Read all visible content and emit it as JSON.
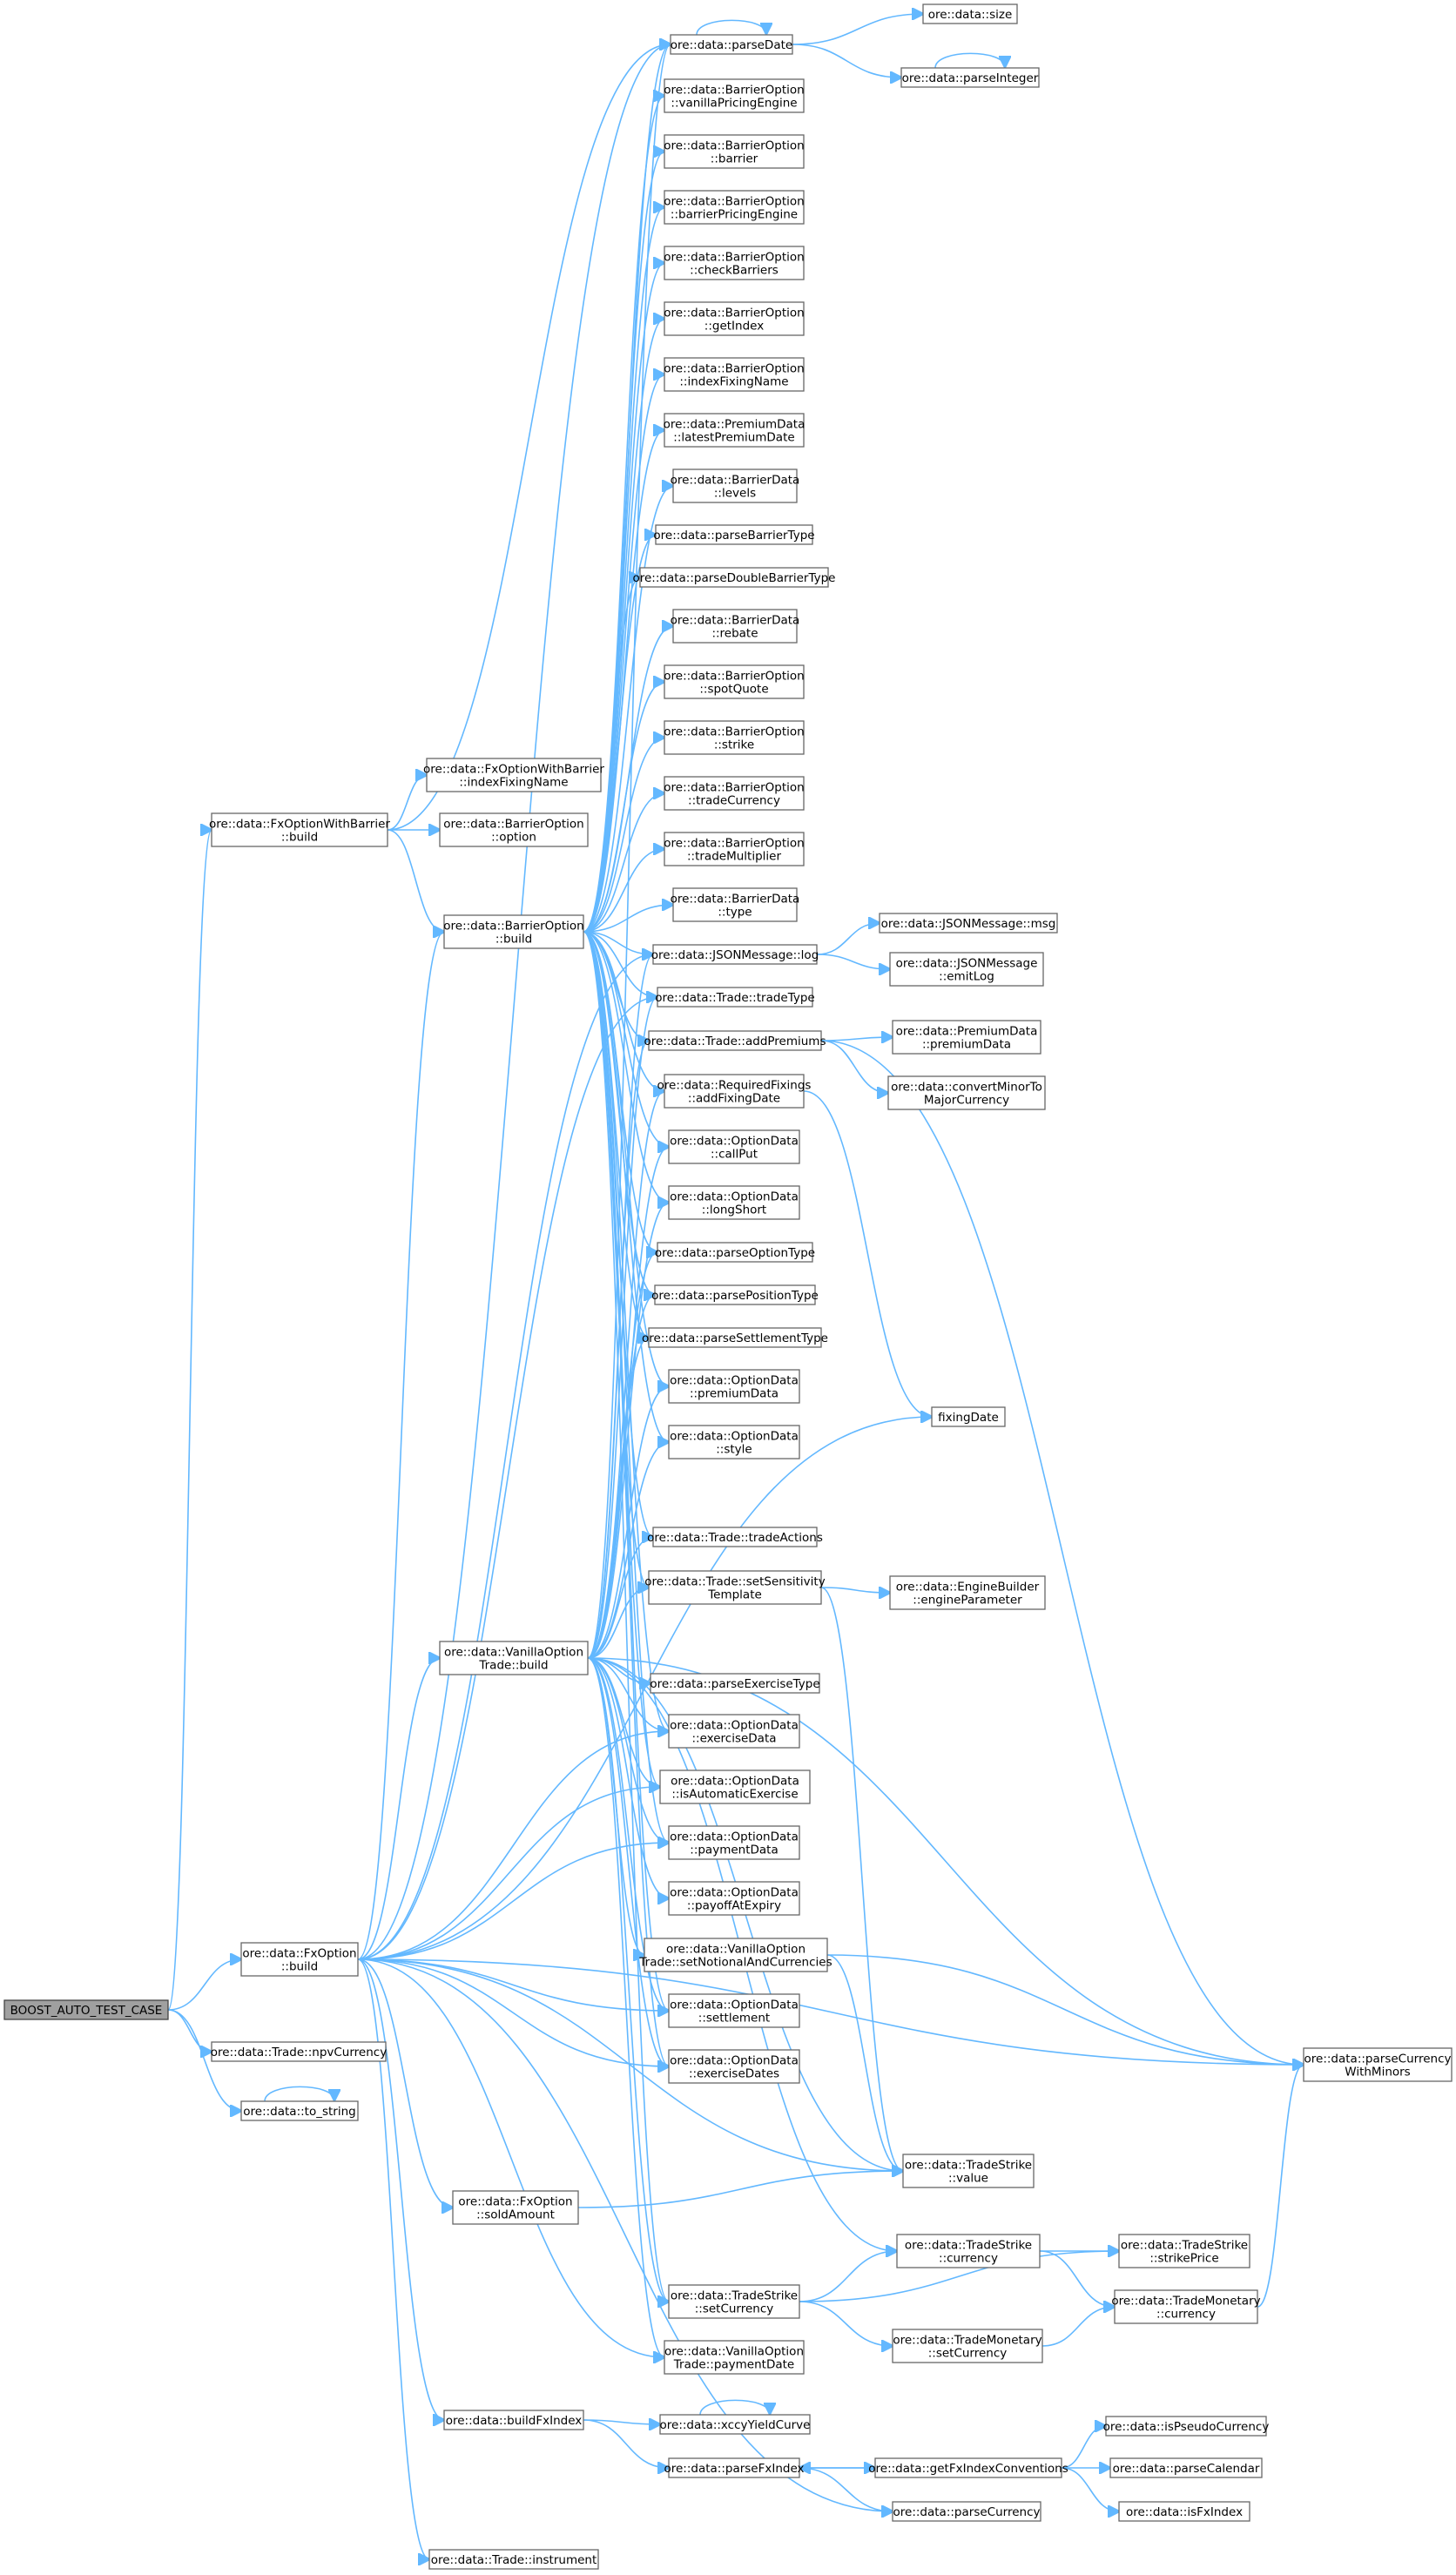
{
  "graph": {
    "nodes": [
      {
        "id": "root",
        "lines": [
          "BOOST_AUTO_TEST_CASE"
        ],
        "root": true
      },
      {
        "id": "fxobarrier_build",
        "lines": [
          "ore::data::FxOptionWithBarrier",
          "::build"
        ]
      },
      {
        "id": "fxoption_build",
        "lines": [
          "ore::data::FxOption",
          "::build"
        ]
      },
      {
        "id": "npvcurrency",
        "lines": [
          "ore::data::Trade::npvCurrency"
        ]
      },
      {
        "id": "to_string",
        "lines": [
          "ore::data::to_string"
        ]
      },
      {
        "id": "fxob_indexfixingname",
        "lines": [
          "ore::data::FxOptionWithBarrier",
          "::indexFixingName"
        ]
      },
      {
        "id": "bo_option",
        "lines": [
          "ore::data::BarrierOption",
          "::option"
        ]
      },
      {
        "id": "bo_build",
        "lines": [
          "ore::data::BarrierOption",
          "::build"
        ]
      },
      {
        "id": "vot_build",
        "lines": [
          "ore::data::VanillaOption",
          "Trade::build"
        ]
      },
      {
        "id": "fxo_soldamount",
        "lines": [
          "ore::data::FxOption",
          "::soldAmount"
        ]
      },
      {
        "id": "buildfxindex",
        "lines": [
          "ore::data::buildFxIndex"
        ]
      },
      {
        "id": "instrument",
        "lines": [
          "ore::data::Trade::instrument"
        ]
      },
      {
        "id": "parsedate",
        "lines": [
          "ore::data::parseDate"
        ]
      },
      {
        "id": "bo_vanillapricing",
        "lines": [
          "ore::data::BarrierOption",
          "::vanillaPricingEngine"
        ]
      },
      {
        "id": "bo_barrier",
        "lines": [
          "ore::data::BarrierOption",
          "::barrier"
        ]
      },
      {
        "id": "bo_barrierpricing",
        "lines": [
          "ore::data::BarrierOption",
          "::barrierPricingEngine"
        ]
      },
      {
        "id": "bo_checkbarriers",
        "lines": [
          "ore::data::BarrierOption",
          "::checkBarriers"
        ]
      },
      {
        "id": "bo_getindex",
        "lines": [
          "ore::data::BarrierOption",
          "::getIndex"
        ]
      },
      {
        "id": "bo_indexfixingname",
        "lines": [
          "ore::data::BarrierOption",
          "::indexFixingName"
        ]
      },
      {
        "id": "pd_latestpremium",
        "lines": [
          "ore::data::PremiumData",
          "::latestPremiumDate"
        ]
      },
      {
        "id": "bd_levels",
        "lines": [
          "ore::data::BarrierData",
          "::levels"
        ]
      },
      {
        "id": "parsebarriertype",
        "lines": [
          "ore::data::parseBarrierType"
        ]
      },
      {
        "id": "parsedoublebarrier",
        "lines": [
          "ore::data::parseDoubleBarrierType"
        ]
      },
      {
        "id": "bd_rebate",
        "lines": [
          "ore::data::BarrierData",
          "::rebate"
        ]
      },
      {
        "id": "bo_spotquote",
        "lines": [
          "ore::data::BarrierOption",
          "::spotQuote"
        ]
      },
      {
        "id": "bo_strike",
        "lines": [
          "ore::data::BarrierOption",
          "::strike"
        ]
      },
      {
        "id": "bo_tradecurrency",
        "lines": [
          "ore::data::BarrierOption",
          "::tradeCurrency"
        ]
      },
      {
        "id": "bo_trademultiplier",
        "lines": [
          "ore::data::BarrierOption",
          "::tradeMultiplier"
        ]
      },
      {
        "id": "bd_type",
        "lines": [
          "ore::data::BarrierData",
          "::type"
        ]
      },
      {
        "id": "jsonlog",
        "lines": [
          "ore::data::JSONMessage::log"
        ]
      },
      {
        "id": "tradetype",
        "lines": [
          "ore::data::Trade::tradeType"
        ]
      },
      {
        "id": "addpremiums",
        "lines": [
          "ore::data::Trade::addPremiums"
        ]
      },
      {
        "id": "rf_addfixingdate",
        "lines": [
          "ore::data::RequiredFixings",
          "::addFixingDate"
        ]
      },
      {
        "id": "od_callput",
        "lines": [
          "ore::data::OptionData",
          "::callPut"
        ]
      },
      {
        "id": "od_longshort",
        "lines": [
          "ore::data::OptionData",
          "::longShort"
        ]
      },
      {
        "id": "parseoptiontype",
        "lines": [
          "ore::data::parseOptionType"
        ]
      },
      {
        "id": "parsepositiontype",
        "lines": [
          "ore::data::parsePositionType"
        ]
      },
      {
        "id": "parsesettlementtype",
        "lines": [
          "ore::data::parseSettlementType"
        ]
      },
      {
        "id": "od_premiumdata",
        "lines": [
          "ore::data::OptionData",
          "::premiumData"
        ]
      },
      {
        "id": "od_style",
        "lines": [
          "ore::data::OptionData",
          "::style"
        ]
      },
      {
        "id": "tradeactions",
        "lines": [
          "ore::data::Trade::tradeActions"
        ]
      },
      {
        "id": "setsensitivity",
        "lines": [
          "ore::data::Trade::setSensitivity",
          "Template"
        ]
      },
      {
        "id": "parseexercisetype",
        "lines": [
          "ore::data::parseExerciseType"
        ]
      },
      {
        "id": "od_exercisedata",
        "lines": [
          "ore::data::OptionData",
          "::exerciseData"
        ]
      },
      {
        "id": "od_isautomatic",
        "lines": [
          "ore::data::OptionData",
          "::isAutomaticExercise"
        ]
      },
      {
        "id": "od_paymentdata",
        "lines": [
          "ore::data::OptionData",
          "::paymentData"
        ]
      },
      {
        "id": "od_payoffatexpiry",
        "lines": [
          "ore::data::OptionData",
          "::payoffAtExpiry"
        ]
      },
      {
        "id": "vot_setnotional",
        "lines": [
          "ore::data::VanillaOption",
          "Trade::setNotionalAndCurrencies"
        ]
      },
      {
        "id": "od_settlement",
        "lines": [
          "ore::data::OptionData",
          "::settlement"
        ]
      },
      {
        "id": "od_exercisedates",
        "lines": [
          "ore::data::OptionData",
          "::exerciseDates"
        ]
      },
      {
        "id": "ts_setcurrency",
        "lines": [
          "ore::data::TradeStrike",
          "::setCurrency"
        ]
      },
      {
        "id": "vot_paymentdate",
        "lines": [
          "ore::data::VanillaOption",
          "Trade::paymentDate"
        ]
      },
      {
        "id": "xccyyieldcurve",
        "lines": [
          "ore::data::xccyYieldCurve"
        ]
      },
      {
        "id": "parsefxindex",
        "lines": [
          "ore::data::parseFxIndex"
        ]
      },
      {
        "id": "size",
        "lines": [
          "ore::data::size"
        ]
      },
      {
        "id": "parseinteger",
        "lines": [
          "ore::data::parseInteger"
        ]
      },
      {
        "id": "jsonmsg",
        "lines": [
          "ore::data::JSONMessage::msg"
        ]
      },
      {
        "id": "jsonemitlog",
        "lines": [
          "ore::data::JSONMessage",
          "::emitLog"
        ]
      },
      {
        "id": "pd_premiumdata",
        "lines": [
          "ore::data::PremiumData",
          "::premiumData"
        ]
      },
      {
        "id": "convertminor",
        "lines": [
          "ore::data::convertMinorTo",
          "MajorCurrency"
        ]
      },
      {
        "id": "fixingdate",
        "lines": [
          "fixingDate"
        ]
      },
      {
        "id": "eb_engineparameter",
        "lines": [
          "ore::data::EngineBuilder",
          "::engineParameter"
        ]
      },
      {
        "id": "ts_value",
        "lines": [
          "ore::data::TradeStrike",
          "::value"
        ]
      },
      {
        "id": "ts_currency",
        "lines": [
          "ore::data::TradeStrike",
          "::currency"
        ]
      },
      {
        "id": "tm_setcurrency",
        "lines": [
          "ore::data::TradeMonetary",
          "::setCurrency"
        ]
      },
      {
        "id": "getfxindexconv",
        "lines": [
          "ore::data::getFxIndexConventions"
        ]
      },
      {
        "id": "parsecurrency",
        "lines": [
          "ore::data::parseCurrency"
        ]
      },
      {
        "id": "parsecurrencyminors",
        "lines": [
          "ore::data::parseCurrency",
          "WithMinors"
        ]
      },
      {
        "id": "ts_strikeprice",
        "lines": [
          "ore::data::TradeStrike",
          "::strikePrice"
        ]
      },
      {
        "id": "tm_currency",
        "lines": [
          "ore::data::TradeMonetary",
          "::currency"
        ]
      },
      {
        "id": "ispseudocurrency",
        "lines": [
          "ore::data::isPseudoCurrency"
        ]
      },
      {
        "id": "parsecalendar",
        "lines": [
          "ore::data::parseCalendar"
        ]
      },
      {
        "id": "isfxindex",
        "lines": [
          "ore::data::isFxIndex"
        ]
      }
    ],
    "edges": [
      [
        "root",
        "fxobarrier_build"
      ],
      [
        "root",
        "fxoption_build"
      ],
      [
        "root",
        "npvcurrency"
      ],
      [
        "root",
        "to_string"
      ],
      [
        "to_string",
        "to_string"
      ],
      [
        "fxobarrier_build",
        "fxob_indexfixingname"
      ],
      [
        "fxobarrier_build",
        "bo_option"
      ],
      [
        "fxobarrier_build",
        "bo_build"
      ],
      [
        "fxobarrier_build",
        "parsedate"
      ],
      [
        "fxoption_build",
        "vot_build"
      ],
      [
        "fxoption_build",
        "fxo_soldamount"
      ],
      [
        "fxoption_build",
        "buildfxindex"
      ],
      [
        "fxoption_build",
        "instrument"
      ],
      [
        "fxoption_build",
        "bo_build"
      ],
      [
        "fxoption_build",
        "parsedate"
      ],
      [
        "fxoption_build",
        "jsonlog"
      ],
      [
        "fxoption_build",
        "tradetype"
      ],
      [
        "fxoption_build",
        "fixingdate"
      ],
      [
        "fxoption_build",
        "od_exercisedata"
      ],
      [
        "fxoption_build",
        "od_isautomatic"
      ],
      [
        "fxoption_build",
        "od_paymentdata"
      ],
      [
        "fxoption_build",
        "od_settlement"
      ],
      [
        "fxoption_build",
        "od_exercisedates"
      ],
      [
        "fxoption_build",
        "ts_value"
      ],
      [
        "fxoption_build",
        "parsecurrency"
      ],
      [
        "fxoption_build",
        "parsecurrencyminors"
      ],
      [
        "fxoption_build",
        "vot_paymentdate"
      ],
      [
        "bo_build",
        "parsedate"
      ],
      [
        "bo_build",
        "bo_vanillapricing"
      ],
      [
        "bo_build",
        "bo_barrier"
      ],
      [
        "bo_build",
        "bo_barrierpricing"
      ],
      [
        "bo_build",
        "bo_checkbarriers"
      ],
      [
        "bo_build",
        "bo_getindex"
      ],
      [
        "bo_build",
        "bo_indexfixingname"
      ],
      [
        "bo_build",
        "pd_latestpremium"
      ],
      [
        "bo_build",
        "bd_levels"
      ],
      [
        "bo_build",
        "parsebarriertype"
      ],
      [
        "bo_build",
        "parsedoublebarrier"
      ],
      [
        "bo_build",
        "bd_rebate"
      ],
      [
        "bo_build",
        "bo_spotquote"
      ],
      [
        "bo_build",
        "bo_strike"
      ],
      [
        "bo_build",
        "bo_tradecurrency"
      ],
      [
        "bo_build",
        "bo_trademultiplier"
      ],
      [
        "bo_build",
        "bd_type"
      ],
      [
        "bo_build",
        "jsonlog"
      ],
      [
        "bo_build",
        "tradetype"
      ],
      [
        "bo_build",
        "addpremiums"
      ],
      [
        "bo_build",
        "rf_addfixingdate"
      ],
      [
        "bo_build",
        "od_callput"
      ],
      [
        "bo_build",
        "od_longshort"
      ],
      [
        "bo_build",
        "parseoptiontype"
      ],
      [
        "bo_build",
        "parsepositiontype"
      ],
      [
        "bo_build",
        "parsesettlementtype"
      ],
      [
        "bo_build",
        "od_premiumdata"
      ],
      [
        "bo_build",
        "od_style"
      ],
      [
        "bo_build",
        "tradeactions"
      ],
      [
        "bo_build",
        "setsensitivity"
      ],
      [
        "bo_build",
        "od_exercisedata"
      ],
      [
        "bo_build",
        "od_isautomatic"
      ],
      [
        "bo_build",
        "od_paymentdata"
      ],
      [
        "bo_build",
        "od_settlement"
      ],
      [
        "bo_build",
        "od_exercisedates"
      ],
      [
        "bo_build",
        "ts_setcurrency"
      ],
      [
        "vot_build",
        "parsedate"
      ],
      [
        "vot_build",
        "jsonlog"
      ],
      [
        "vot_build",
        "tradetype"
      ],
      [
        "vot_build",
        "addpremiums"
      ],
      [
        "vot_build",
        "rf_addfixingdate"
      ],
      [
        "vot_build",
        "od_callput"
      ],
      [
        "vot_build",
        "od_longshort"
      ],
      [
        "vot_build",
        "parseoptiontype"
      ],
      [
        "vot_build",
        "parsepositiontype"
      ],
      [
        "vot_build",
        "parsesettlementtype"
      ],
      [
        "vot_build",
        "od_premiumdata"
      ],
      [
        "vot_build",
        "od_style"
      ],
      [
        "vot_build",
        "tradeactions"
      ],
      [
        "vot_build",
        "setsensitivity"
      ],
      [
        "vot_build",
        "parseexercisetype"
      ],
      [
        "vot_build",
        "od_exercisedata"
      ],
      [
        "vot_build",
        "od_isautomatic"
      ],
      [
        "vot_build",
        "od_paymentdata"
      ],
      [
        "vot_build",
        "od_payoffatexpiry"
      ],
      [
        "vot_build",
        "vot_setnotional"
      ],
      [
        "vot_build",
        "od_settlement"
      ],
      [
        "vot_build",
        "od_exercisedates"
      ],
      [
        "vot_build",
        "ts_setcurrency"
      ],
      [
        "vot_build",
        "vot_paymentdate"
      ],
      [
        "vot_build",
        "ts_currency"
      ],
      [
        "vot_build",
        "ts_value"
      ],
      [
        "vot_build",
        "parsecurrencyminors"
      ],
      [
        "parsedate",
        "parsedate"
      ],
      [
        "parsedate",
        "size"
      ],
      [
        "parsedate",
        "parseinteger"
      ],
      [
        "parseinteger",
        "parseinteger"
      ],
      [
        "jsonlog",
        "jsonmsg"
      ],
      [
        "jsonlog",
        "jsonemitlog"
      ],
      [
        "addpremiums",
        "pd_premiumdata"
      ],
      [
        "addpremiums",
        "convertminor"
      ],
      [
        "addpremiums",
        "parsecurrencyminors"
      ],
      [
        "rf_addfixingdate",
        "fixingdate"
      ],
      [
        "setsensitivity",
        "eb_engineparameter"
      ],
      [
        "setsensitivity",
        "ts_value"
      ],
      [
        "vot_setnotional",
        "parsecurrencyminors"
      ],
      [
        "vot_setnotional",
        "ts_value"
      ],
      [
        "fxo_soldamount",
        "ts_value"
      ],
      [
        "ts_currency",
        "ts_strikeprice"
      ],
      [
        "ts_currency",
        "tm_currency"
      ],
      [
        "ts_setcurrency",
        "ts_currency"
      ],
      [
        "ts_setcurrency",
        "ts_strikeprice"
      ],
      [
        "ts_setcurrency",
        "tm_setcurrency"
      ],
      [
        "tm_setcurrency",
        "tm_currency"
      ],
      [
        "tm_currency",
        "parsecurrencyminors"
      ],
      [
        "buildfxindex",
        "xccyyieldcurve"
      ],
      [
        "buildfxindex",
        "parsefxindex"
      ],
      [
        "xccyyieldcurve",
        "xccyyieldcurve"
      ],
      [
        "parsefxindex",
        "getfxindexconv"
      ],
      [
        "parsefxindex",
        "parsecurrency"
      ],
      [
        "getfxindexconv",
        "parsefxindex"
      ],
      [
        "getfxindexconv",
        "ispseudocurrency"
      ],
      [
        "getfxindexconv",
        "parsecalendar"
      ],
      [
        "getfxindexconv",
        "isfxindex"
      ]
    ]
  }
}
